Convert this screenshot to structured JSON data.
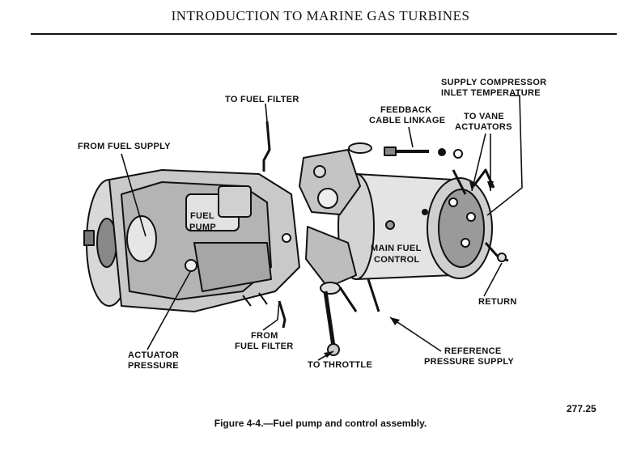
{
  "header": {
    "title": "INTRODUCTION TO MARINE GAS TURBINES"
  },
  "figure": {
    "labels": {
      "to_fuel_filter": "TO FUEL FILTER",
      "from_fuel_supply": "FROM FUEL SUPPLY",
      "feedback_l1": "FEEDBACK",
      "feedback_l2": "CABLE LINKAGE",
      "supply_comp_l1": "SUPPLY COMPRESSOR",
      "supply_comp_l2": "INLET TEMPERATURE",
      "vane_l1": "TO VANE",
      "vane_l2": "ACTUATORS",
      "fuel_pump_l1": "FUEL",
      "fuel_pump_l2": "PUMP",
      "main_fuel_l1": "MAIN FUEL",
      "main_fuel_l2": "CONTROL",
      "return": "RETURN",
      "from_filter_l1": "FROM",
      "from_filter_l2": "FUEL FILTER",
      "actuator_l1": "ACTUATOR",
      "actuator_l2": "PRESSURE",
      "throttle": "TO THROTTLE",
      "reference_l1": "REFERENCE",
      "reference_l2": "PRESSURE SUPPLY"
    },
    "number": "277.25",
    "caption": "Figure 4-4.—Fuel pump and control assembly."
  }
}
